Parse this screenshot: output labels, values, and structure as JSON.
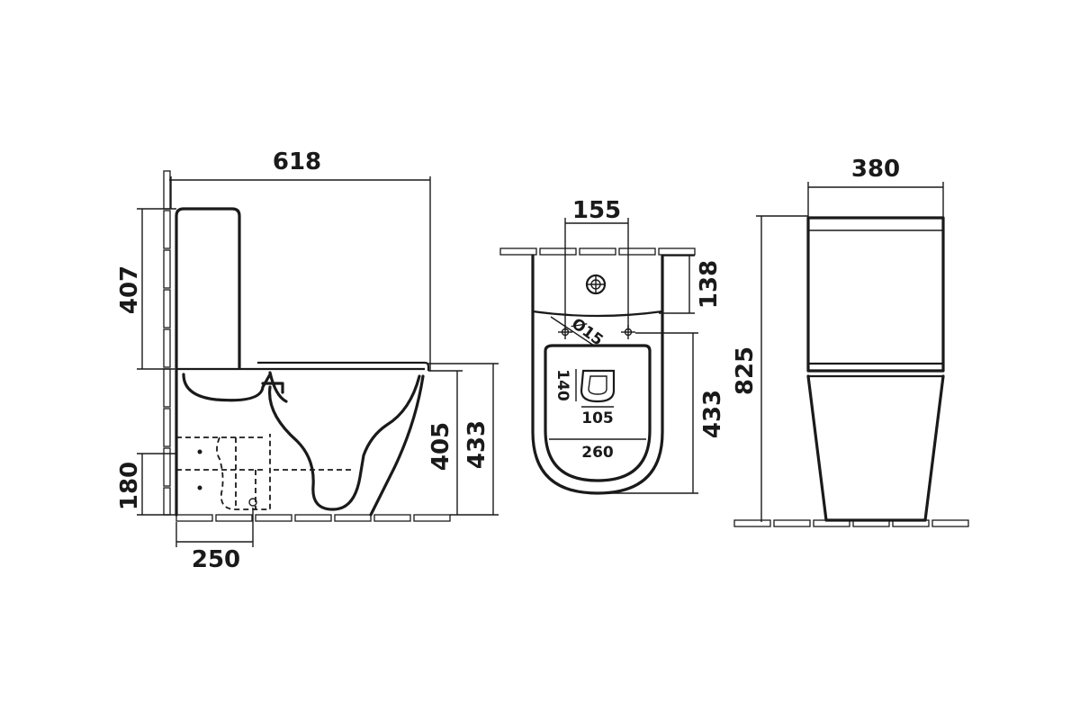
{
  "side_view": {
    "overall_depth": "618",
    "tank_height": "407",
    "seat_height": "405",
    "bowl_height": "433",
    "outlet_height": "180",
    "outlet_distance": "250"
  },
  "top_view": {
    "hole_spacing": "155",
    "tank_depth": "138",
    "hole_diameter": "Ø15",
    "bowl_length": "433",
    "outlet_width": "105",
    "outlet_depth": "140",
    "bowl_width": "260"
  },
  "front_view": {
    "overall_width": "380",
    "overall_height": "825"
  }
}
